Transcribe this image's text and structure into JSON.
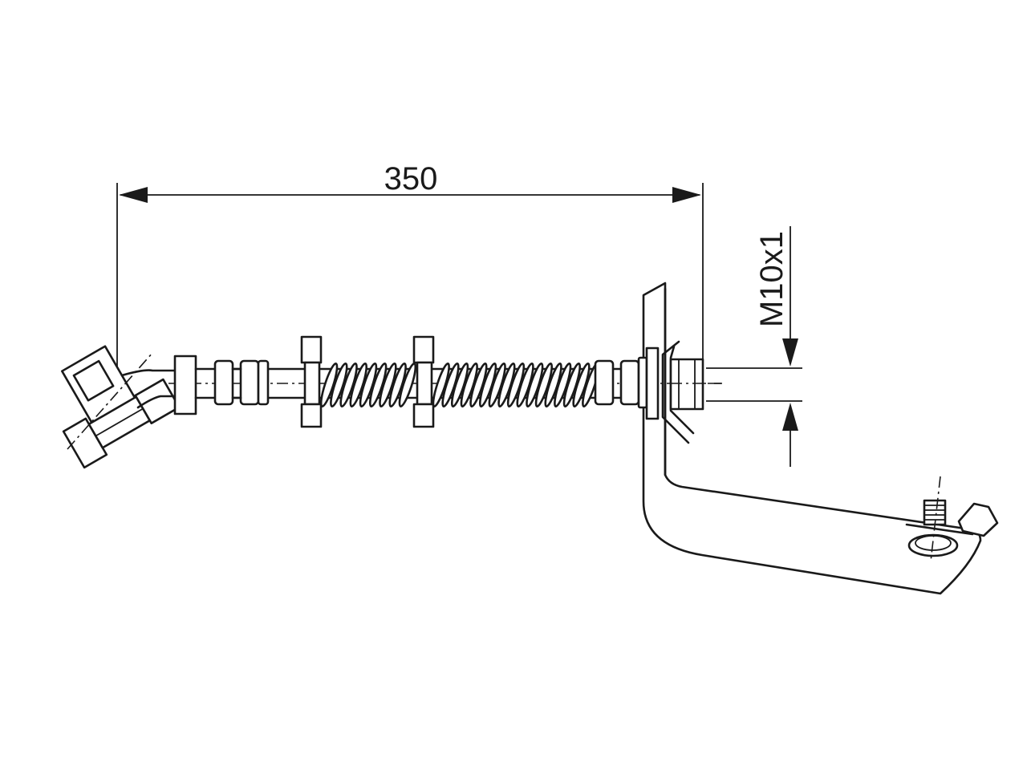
{
  "dimensions": {
    "length_label": "350",
    "thread_label": "M10x1"
  },
  "spring": {
    "coil_count": 26
  }
}
